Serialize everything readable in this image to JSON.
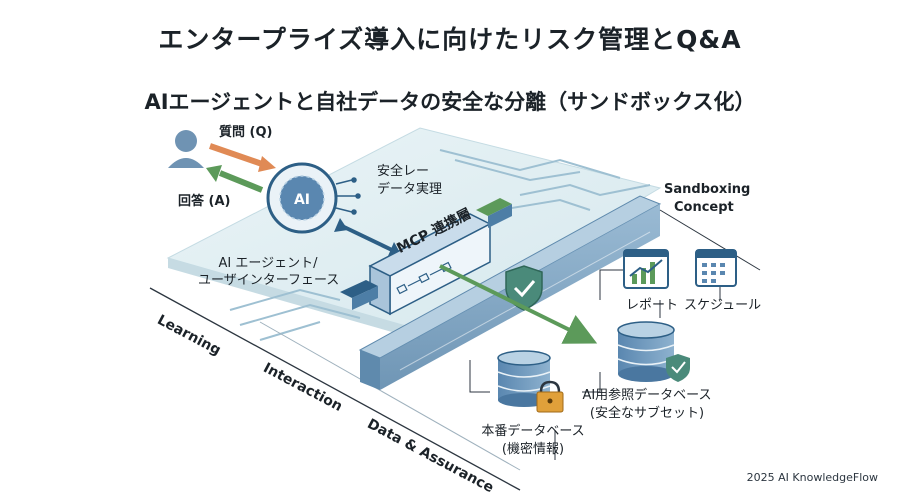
{
  "title": "エンタープライズ導入に向けたリスク管理とQ&A",
  "subtitle": "AIエージェントと自社データの安全な分離（サンドボックス化）",
  "labels": {
    "question": "質問 (Q)",
    "answer": "回答 (A)",
    "ai_badge": "AI",
    "safe_layer_1": "安全レー",
    "safe_layer_2": "データ実理",
    "agent_1": "AI エージェント/",
    "agent_2": "ユーザインターフェース",
    "mcp": "MCP 連携層",
    "sandboxing_1": "Sandboxing",
    "sandboxing_2": "Concept",
    "report": "レポート",
    "schedule": "スケジュール",
    "ai_db_1": "AI用参照データベース",
    "ai_db_2": "(安全なサブセット)",
    "prod_db_1": "本番データベース",
    "prod_db_2": "(機密情報)",
    "layer_learning": "Learning",
    "layer_interaction": "Interaction",
    "layer_data": "Data & Assurance"
  },
  "footer": "2025 AI KnowledgeFlow",
  "colors": {
    "orange_arrow": "#e08a55",
    "green_arrow": "#5c9a5a",
    "blue": "#2d5f86",
    "shield": "#4a8a7a",
    "lock": "#e0a03a",
    "platform": "#dfeef2"
  }
}
